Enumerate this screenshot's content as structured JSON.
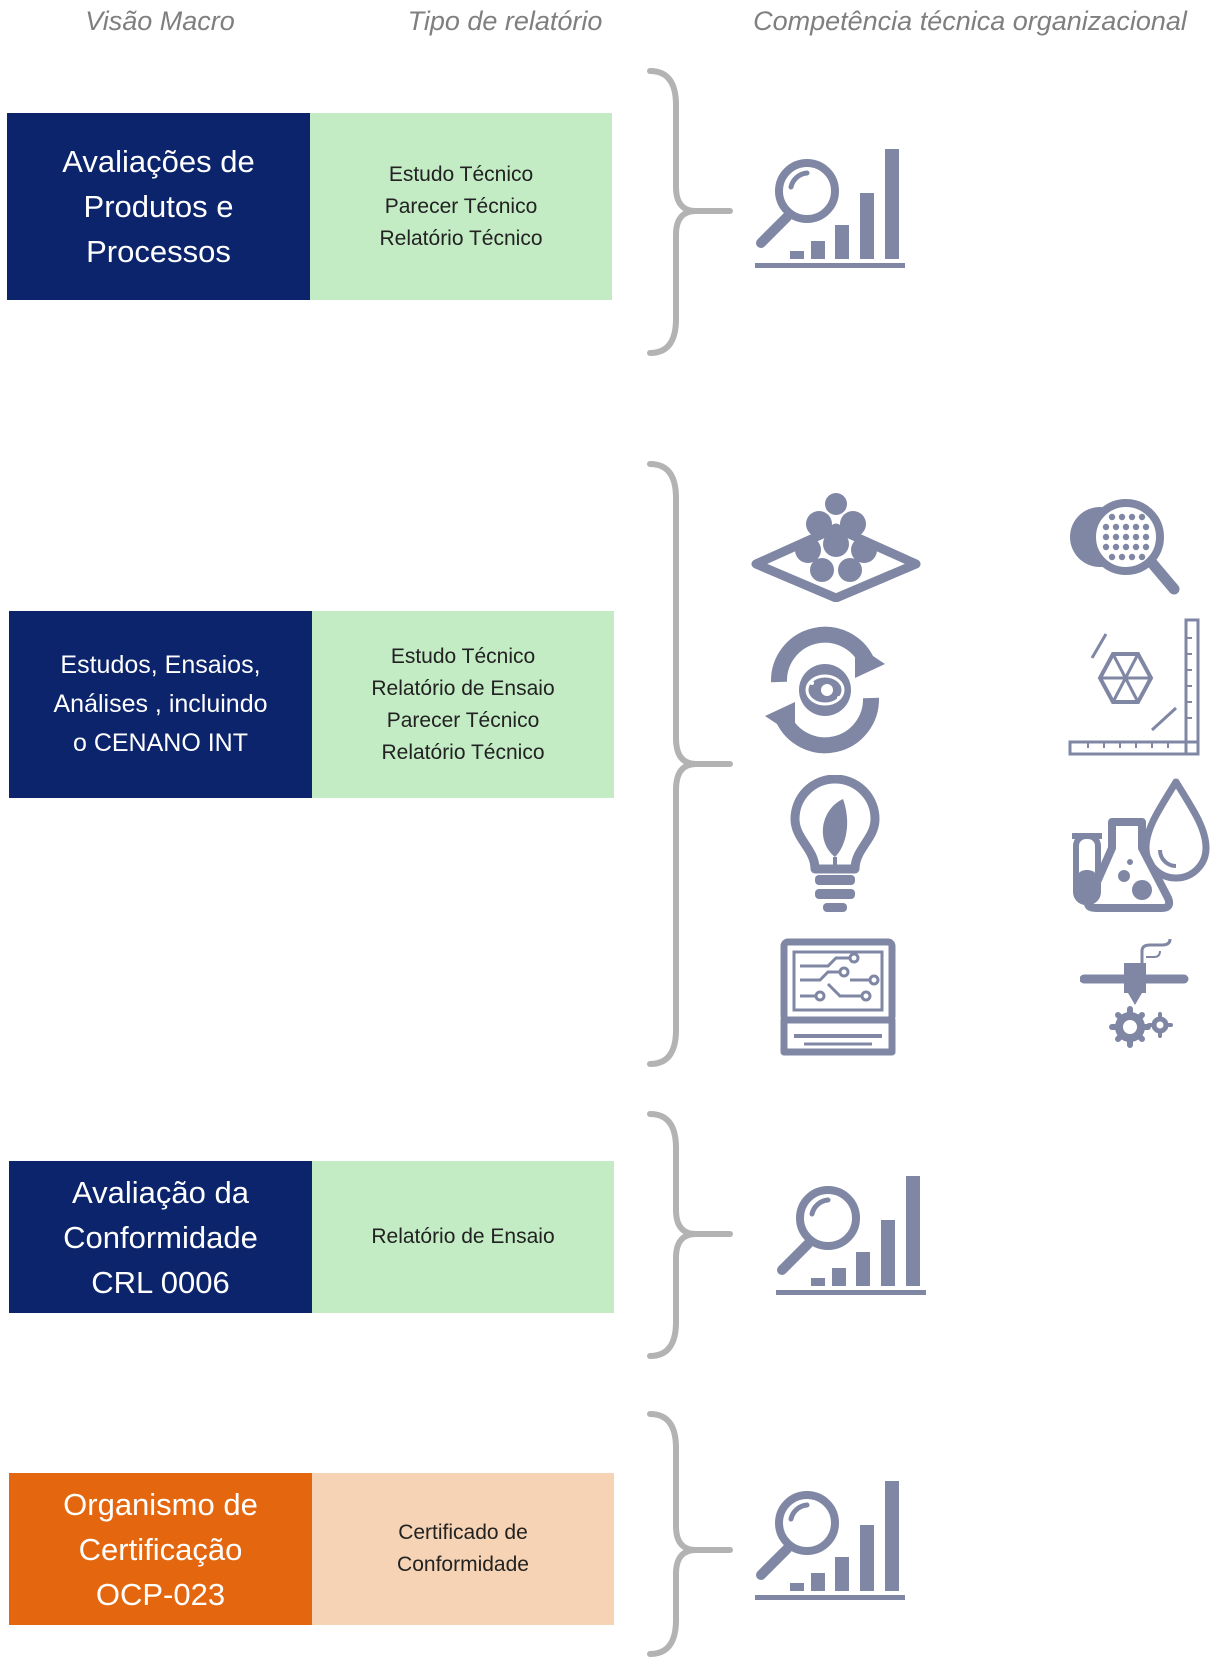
{
  "headers": {
    "visao_macro": "Visão Macro",
    "tipo_relatorio": "Tipo de relatório",
    "competencia": "Competência técnica organizacional"
  },
  "rows": [
    {
      "macro": [
        "Avaliações de",
        "Produtos e",
        "Processos"
      ],
      "tipo": [
        "Estudo Técnico",
        "Parecer Técnico",
        "Relatório Técnico"
      ],
      "icons": [
        "analytics-magnifier-icon"
      ]
    },
    {
      "macro": [
        "Estudos, Ensaios,",
        "Análises , incluindo",
        "o CENANO INT"
      ],
      "tipo": [
        "Estudo Técnico",
        "Relatório de Ensaio",
        "Parecer Técnico",
        "Relatório Técnico"
      ],
      "icons": [
        "nanoparticles-surface-icon",
        "magnified-nanostructure-icon",
        "cell-cycle-icon",
        "hexagon-measurement-icon",
        "sustainable-energy-bulb-icon",
        "chemistry-lab-icon",
        "circuit-monitor-icon",
        "3d-printer-icon"
      ]
    },
    {
      "macro": [
        "Avaliação da",
        "Conformidade",
        "CRL 0006"
      ],
      "tipo": [
        "Relatório de Ensaio"
      ],
      "icons": [
        "analytics-magnifier-icon"
      ]
    },
    {
      "macro": [
        "Organismo de",
        "Certificação",
        "OCP-023"
      ],
      "tipo": [
        "Certificado de",
        "Conformidade"
      ],
      "icons": [
        "analytics-magnifier-icon"
      ]
    }
  ],
  "colors": {
    "navy": "#0b246b",
    "orange": "#e4670f",
    "light_green": "#c3ecc5",
    "peach": "#f5d3b4",
    "icon": "#7f87a4",
    "bracket": "#b3b3b3",
    "header_text": "#7f7f7f"
  }
}
